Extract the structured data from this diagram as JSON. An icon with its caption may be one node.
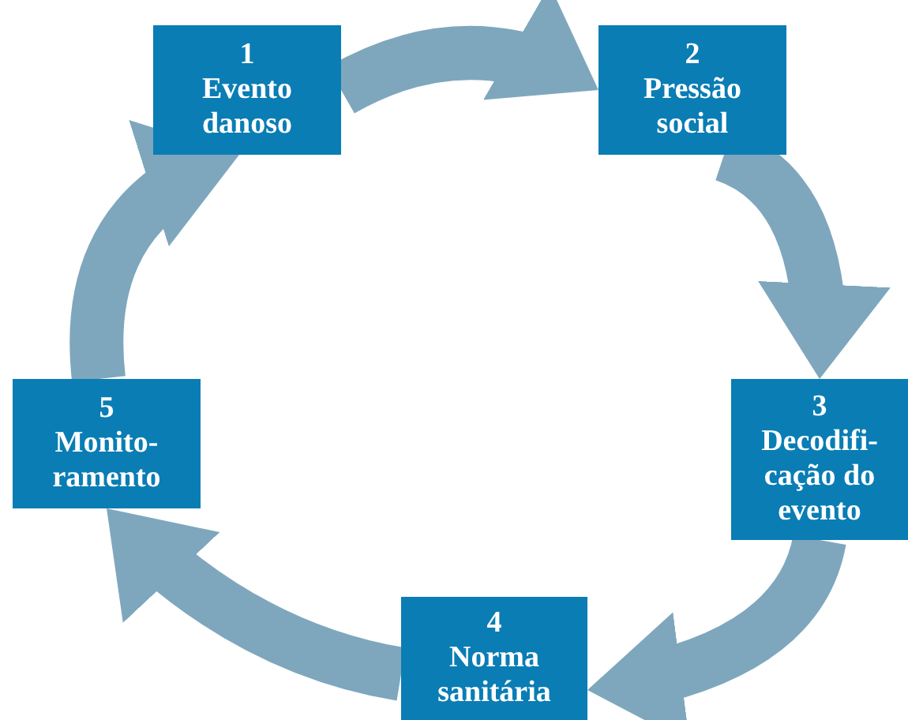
{
  "diagram": {
    "nodes": [
      {
        "text": [
          "1",
          "Evento danoso"
        ]
      },
      {
        "text": [
          "2",
          "Pressão social"
        ]
      },
      {
        "text": [
          "3",
          "Decodifi-cação do evento"
        ]
      },
      {
        "text": [
          "4",
          "Norma sanitária"
        ]
      },
      {
        "text": [
          "5",
          "Monito-ramento"
        ]
      }
    ],
    "edges": [
      {
        "from": 0,
        "to": 1,
        "arrow": "to"
      },
      {
        "from": 1,
        "to": 2,
        "arrow": "to"
      },
      {
        "from": 2,
        "to": 3,
        "arrow": "to"
      },
      {
        "from": 3,
        "to": 4,
        "arrow": "to"
      },
      {
        "from": 4,
        "to": 0,
        "arrow": "to"
      }
    ]
  }
}
